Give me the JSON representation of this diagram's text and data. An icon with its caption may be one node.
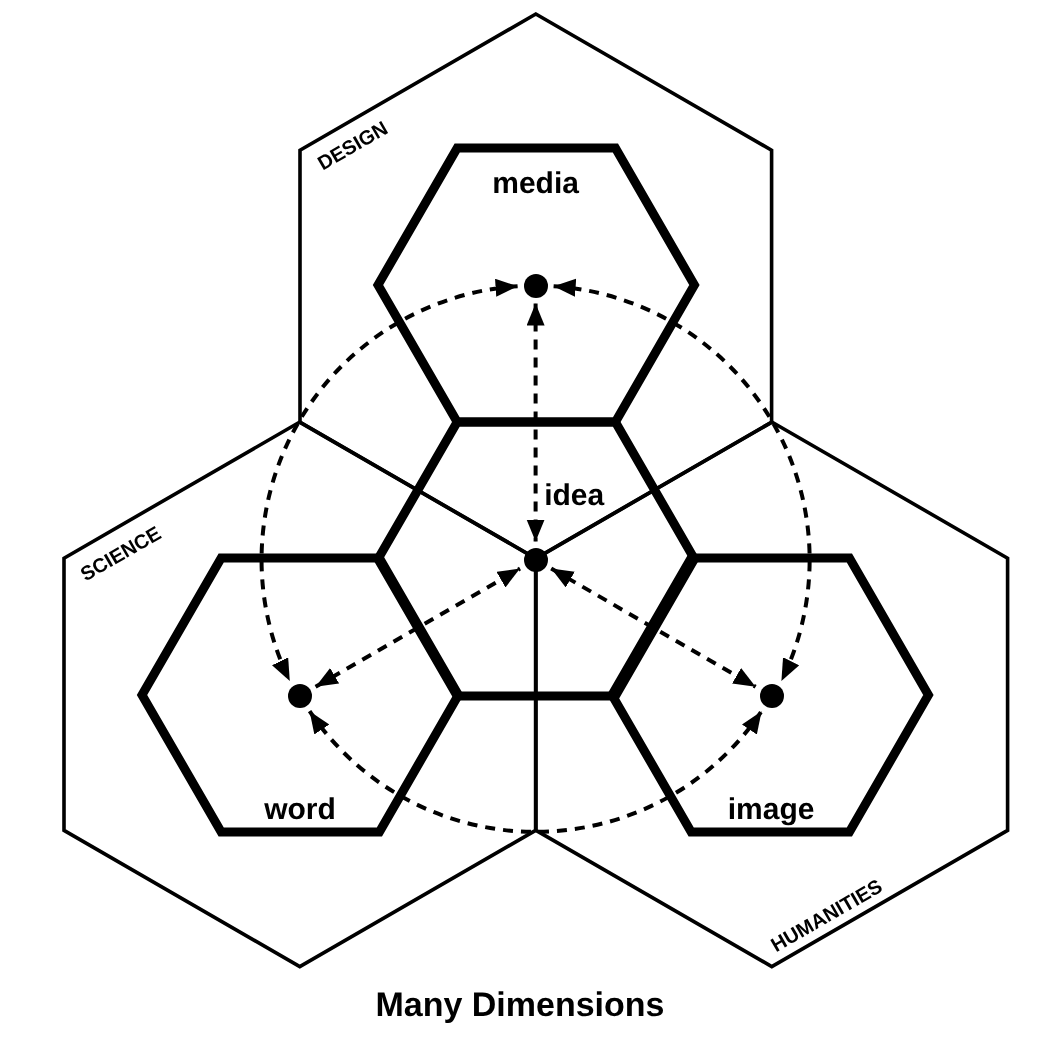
{
  "diagram": {
    "caption": "Many Dimensions",
    "nodes": [
      {
        "text": [
          "DESIGN"
        ]
      },
      {
        "text": [
          "media"
        ],
        "in": 0
      },
      {
        "text": [],
        "shape": "circle",
        "in": 1
      },
      {
        "text": [
          "SCIENCE"
        ]
      },
      {
        "text": [
          "word"
        ],
        "in": 3
      },
      {
        "text": [],
        "shape": "circle",
        "in": 4
      },
      {
        "text": [
          "HUMANITIES"
        ]
      },
      {
        "text": [
          "image"
        ],
        "in": 6
      },
      {
        "text": [],
        "shape": "circle",
        "in": 7
      },
      {
        "text": [
          "idea"
        ]
      },
      {
        "text": [],
        "shape": "circle",
        "in": 9
      }
    ],
    "edges": [
      {
        "from": 2,
        "to": 10,
        "arrow": "both",
        "style": "dashed"
      },
      {
        "from": 5,
        "to": 10,
        "arrow": "both",
        "style": "dashed"
      },
      {
        "from": 10,
        "to": 8,
        "arrow": "both",
        "style": "dashed"
      },
      {
        "from": 2,
        "to": 5,
        "arrow": "both",
        "style": "dashed"
      },
      {
        "from": 2,
        "to": 8,
        "arrow": "both",
        "style": "dashed"
      },
      {
        "from": 5,
        "to": 8,
        "arrow": "both",
        "style": "dashed"
      }
    ]
  }
}
